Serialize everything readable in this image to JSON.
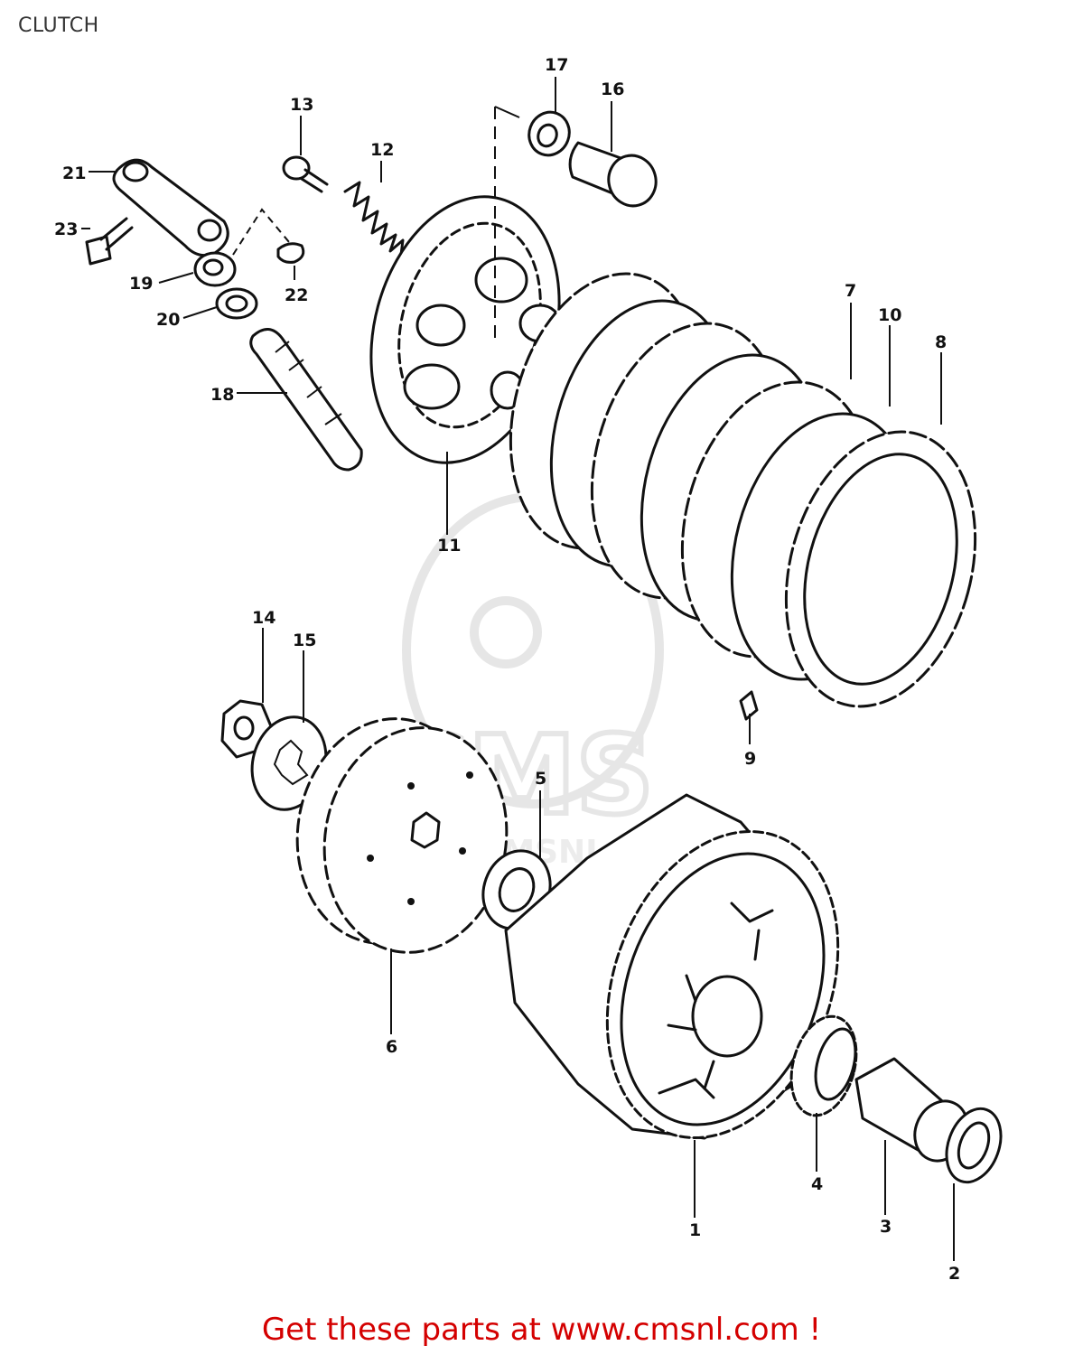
{
  "title": "CLUTCH",
  "footer_text": "Get these parts at www.cmsnl.com !",
  "watermark": {
    "brand": "CMS",
    "url": "WWW.CMSNL.COM"
  },
  "colors": {
    "footer": "#d40000",
    "ink": "#111111",
    "watermark": "#e6e6e6"
  },
  "callouts": [
    {
      "id": "label-17",
      "text": "17"
    },
    {
      "id": "label-16",
      "text": "16"
    },
    {
      "id": "label-13",
      "text": "13"
    },
    {
      "id": "label-12",
      "text": "12"
    },
    {
      "id": "label-21",
      "text": "21"
    },
    {
      "id": "label-23",
      "text": "23"
    },
    {
      "id": "label-22",
      "text": "22"
    },
    {
      "id": "label-19",
      "text": "19"
    },
    {
      "id": "label-20",
      "text": "20"
    },
    {
      "id": "label-18",
      "text": "18"
    },
    {
      "id": "label-11",
      "text": "11"
    },
    {
      "id": "label-7",
      "text": "7"
    },
    {
      "id": "label-10",
      "text": "10"
    },
    {
      "id": "label-8",
      "text": "8"
    },
    {
      "id": "label-14",
      "text": "14"
    },
    {
      "id": "label-15",
      "text": "15"
    },
    {
      "id": "label-9",
      "text": "9"
    },
    {
      "id": "label-5",
      "text": "5"
    },
    {
      "id": "label-6",
      "text": "6"
    },
    {
      "id": "label-4",
      "text": "4"
    },
    {
      "id": "label-1",
      "text": "1"
    },
    {
      "id": "label-3",
      "text": "3"
    },
    {
      "id": "label-2",
      "text": "2"
    }
  ]
}
